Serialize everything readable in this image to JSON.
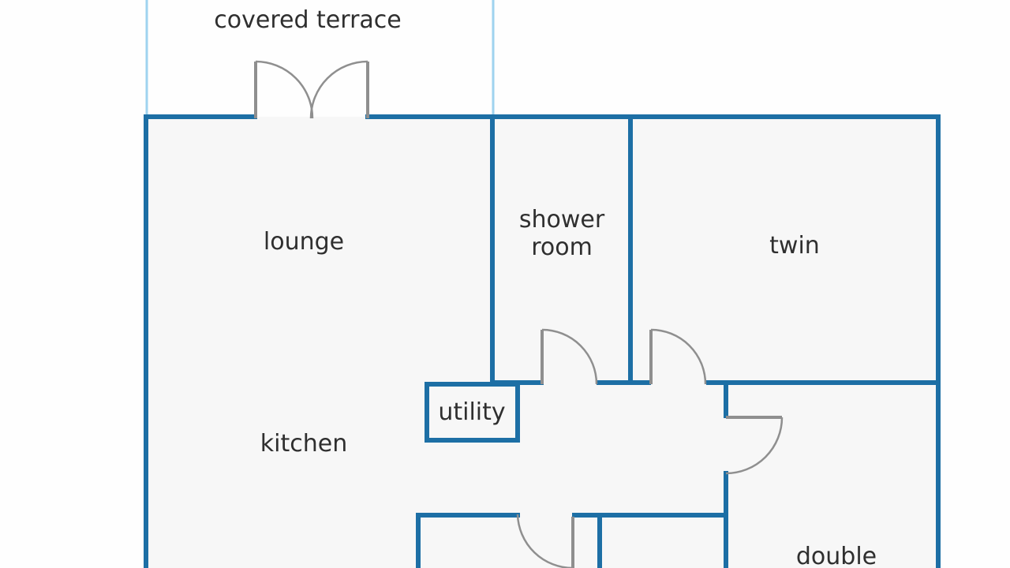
{
  "colors": {
    "wall": "#1d6fa5",
    "terrace_boundary": "#9fd3ef",
    "door": "#8f8f8f",
    "text": "#2f2f2f",
    "floor": "#f7f7f7"
  },
  "rooms": {
    "covered_terrace": "covered terrace",
    "lounge": "lounge",
    "shower_room_line1": "shower",
    "shower_room_line2": "room",
    "twin": "twin",
    "utility": "utility",
    "kitchen": "kitchen",
    "double": "double"
  }
}
